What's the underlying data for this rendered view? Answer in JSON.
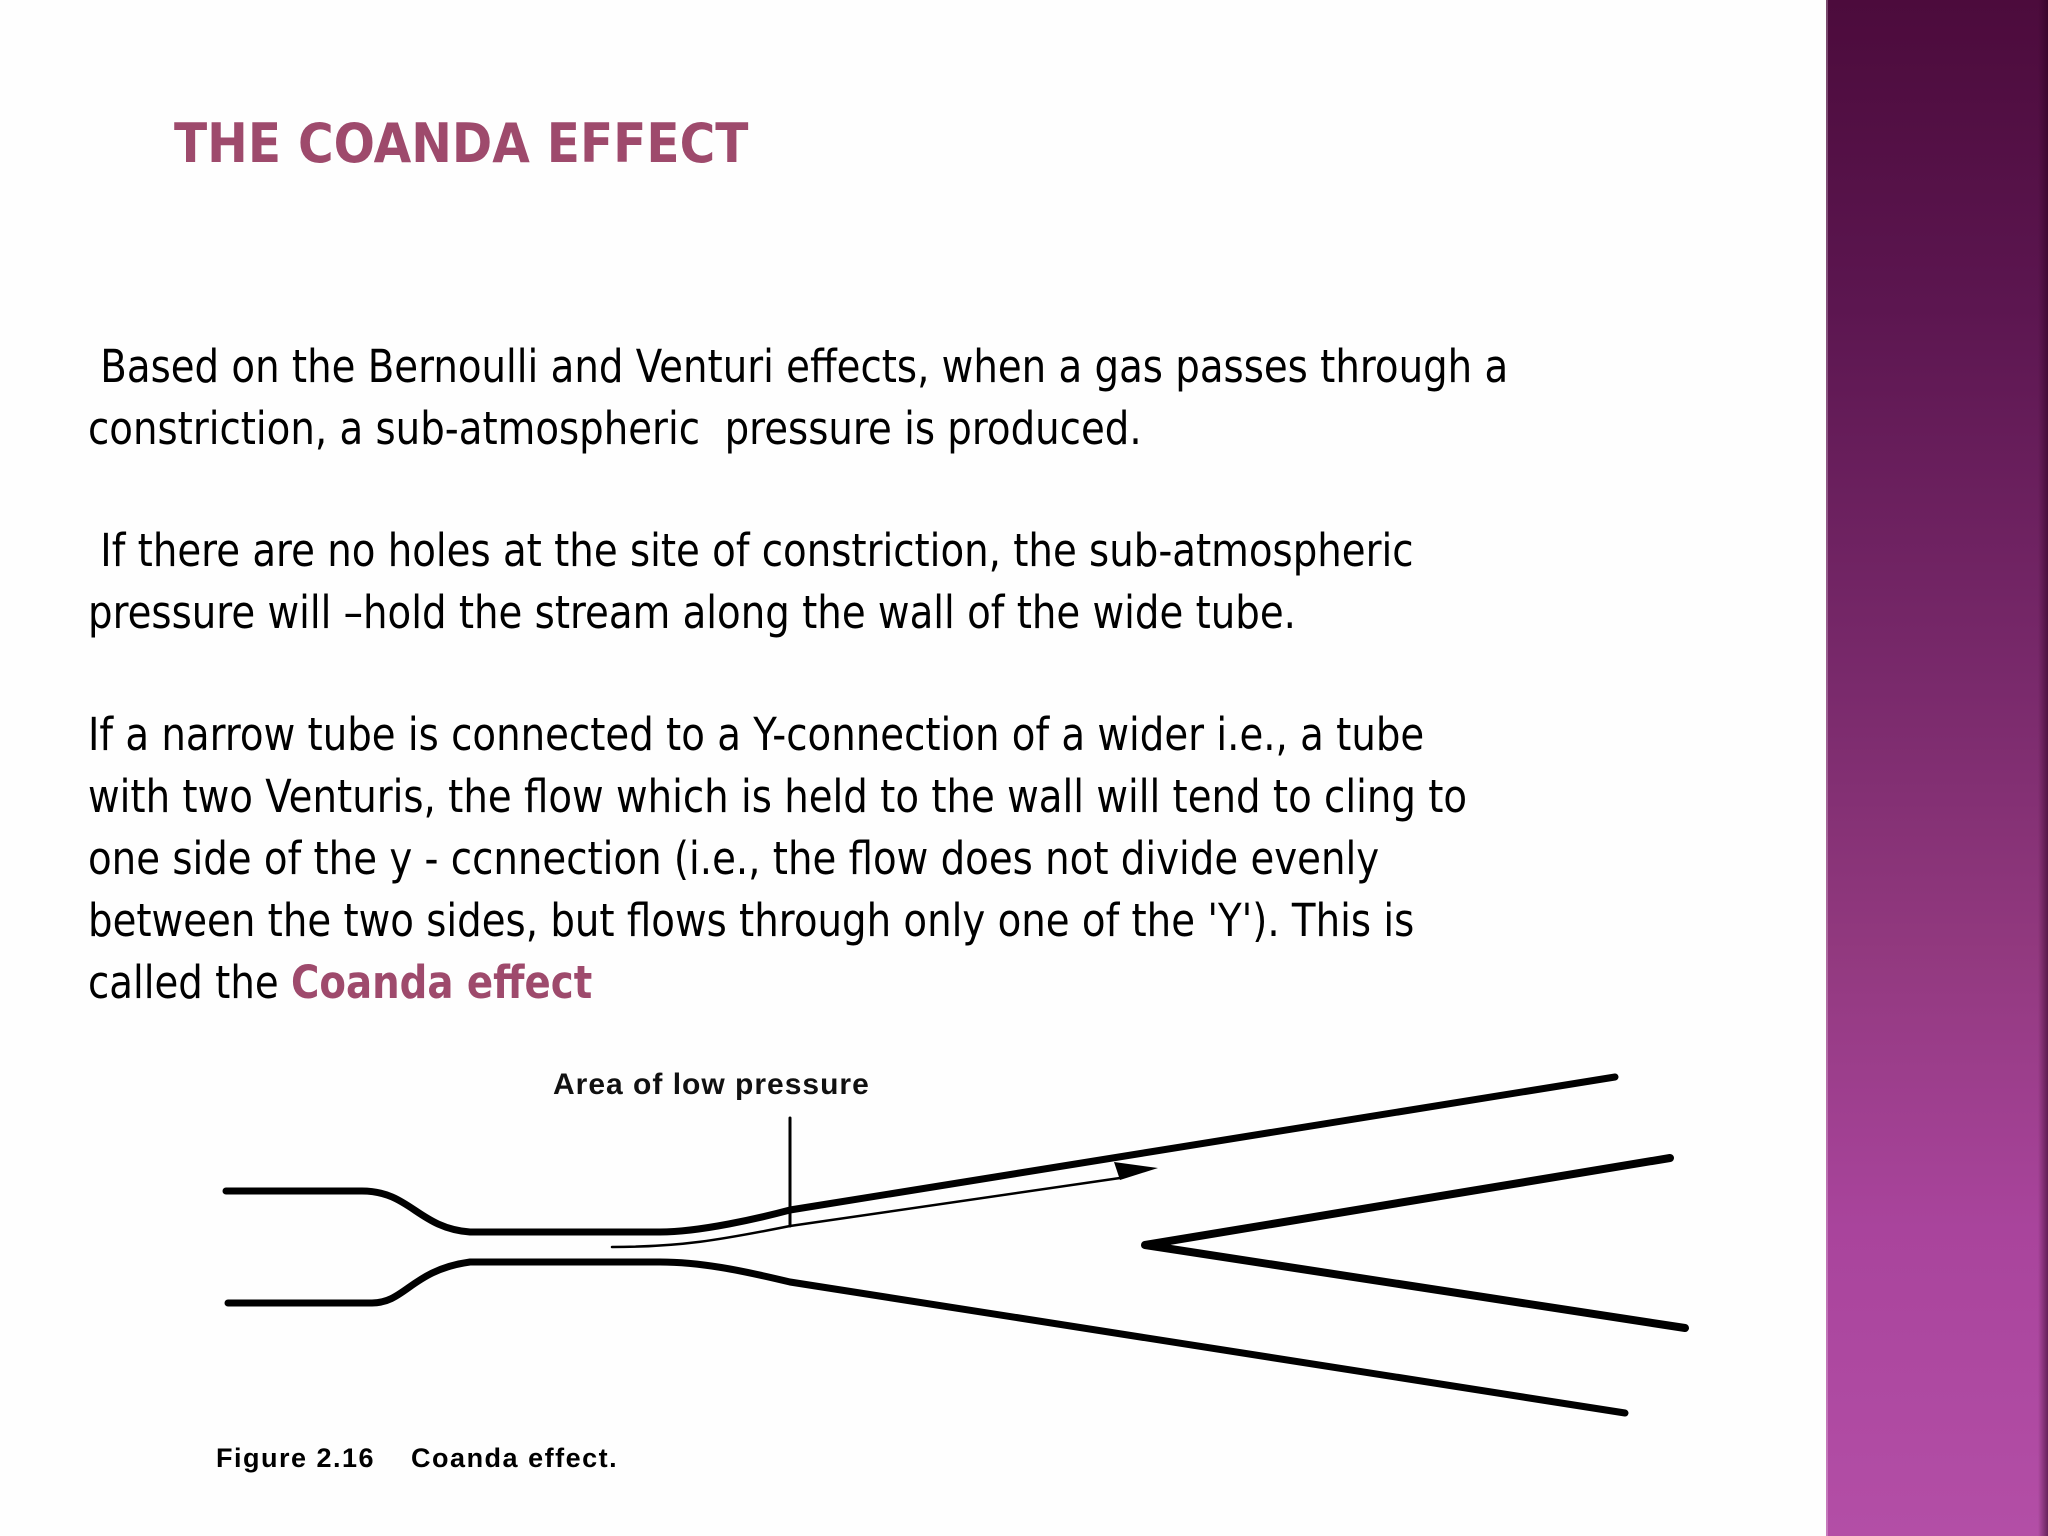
{
  "slide": {
    "title": "THE COANDA EFFECT",
    "paragraphs": [
      {
        "lines": [
          " Based on the Bernoulli and Venturi effects, when a gas passes through a",
          "constriction, a sub-atmospheric  pressure is produced."
        ]
      },
      {
        "lines": [
          " If there are no holes at the site of constriction, the sub-atmospheric",
          "pressure will –hold the stream along the wall of the wide tube."
        ]
      },
      {
        "lines": [
          "If a narrow tube is connected to a Y-connection of a wider i.e., a tube",
          "with two Venturis, the flow which is held to the wall will tend to cling to",
          "one side of the y - ccnnection (i.e., the flow does not divide evenly",
          "between the two sides, but flows through only one of the 'Y'). This is",
          "called the "
        ],
        "highlight": "Coanda effect"
      }
    ],
    "figure": {
      "label": "Area of low pressure",
      "caption": "Figure 2.16    Coanda effect."
    }
  },
  "colors": {
    "accent": "#9e4a6c",
    "text": "#000000",
    "sidebar_top": "#4c0b3c",
    "sidebar_bottom": "#b34ea6"
  }
}
